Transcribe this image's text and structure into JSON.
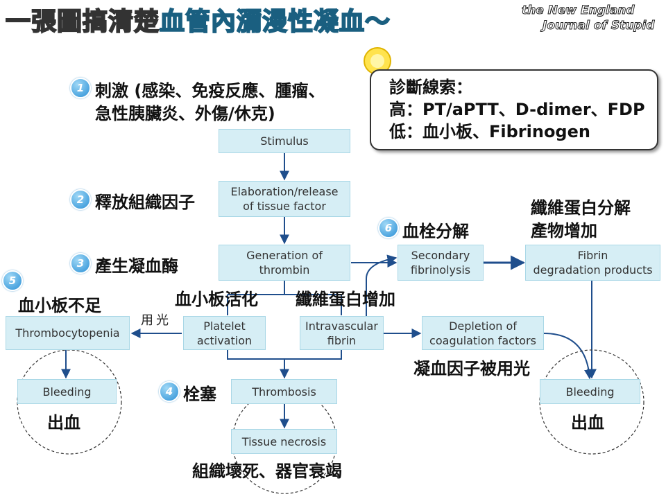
{
  "title": {
    "part1": "一張圖搞清楚",
    "part2": "血管內瀰漫性凝血～"
  },
  "logo": {
    "line1": "the New England",
    "line2": "Journal of Stupid"
  },
  "callout": {
    "heading": "診斷線索：",
    "high": "高：PT/aPTT、D-dimer、FDP",
    "low": "低：血小板、Fibrinogen"
  },
  "steps": {
    "s1": {
      "num": "1",
      "text1": "刺激 (感染、免疫反應、腫瘤、",
      "text2": "急性胰臟炎、外傷/休克)"
    },
    "s2": {
      "num": "2",
      "text": "釋放組織因子"
    },
    "s3": {
      "num": "3",
      "text": "產生凝血酶"
    },
    "s4": {
      "num": "4",
      "text": "栓塞"
    },
    "s5": {
      "num": "5",
      "text": "血小板不足"
    },
    "s6": {
      "num": "6",
      "text": "血栓分解"
    }
  },
  "labels": {
    "platelet_activation": "血小板活化",
    "fibrin_increase": "纖維蛋白增加",
    "fdp": "纖維蛋白分解",
    "fdp2": "產物增加",
    "factor_depletion": "凝血因子被用光",
    "used_up": "用光",
    "bleeding_left": "出血",
    "bleeding_right": "出血",
    "organ_failure": "組織壞死、器官衰竭"
  },
  "boxes": {
    "stimulus": "Stimulus",
    "elaboration1": "Elaboration/release",
    "elaboration2": "of tissue factor",
    "thrombin1": "Generation of",
    "thrombin2": "thrombin",
    "fibrinolysis1": "Secondary",
    "fibrinolysis2": "fibrinolysis",
    "fdp1": "Fibrin",
    "fdp2": "degradation products",
    "thrombocytopenia": "Thrombocytopenia",
    "platelet1": "Platelet",
    "platelet2": "activation",
    "fibrin1": "Intravascular",
    "fibrin2": "fibrin",
    "depletion1": "Depletion of",
    "depletion2": "coagulation factors",
    "bleeding_left": "Bleeding",
    "thrombosis": "Thrombosis",
    "necrosis": "Tissue necrosis",
    "bleeding_right": "Bleeding"
  },
  "colors": {
    "box_fill": "#d6eef5",
    "arrow": "#1f4e8c",
    "title_accent": "#5dc3ea"
  }
}
